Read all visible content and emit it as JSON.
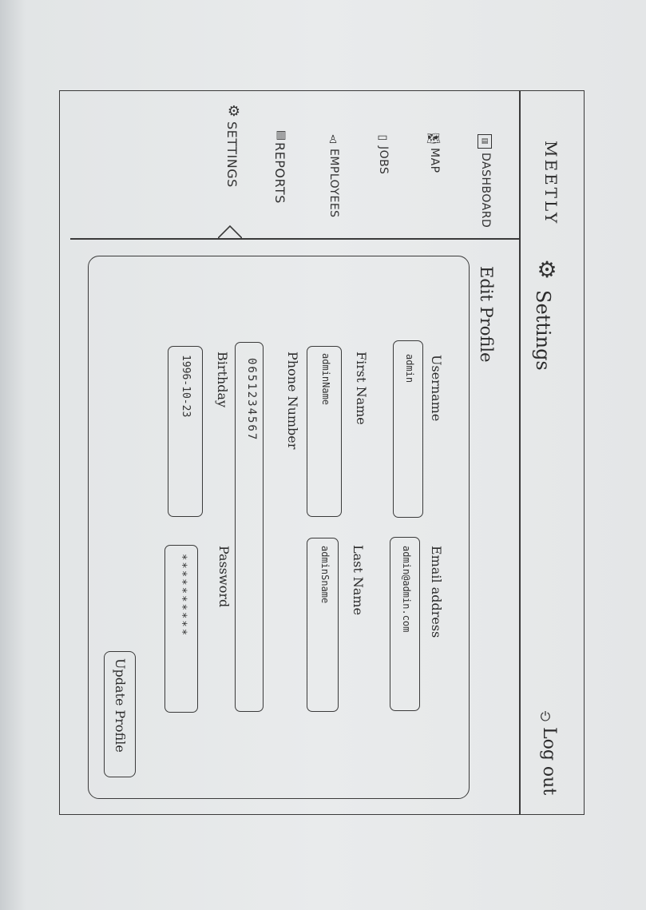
{
  "app": {
    "title": "MEETLY"
  },
  "sidebar": {
    "items": [
      {
        "label": "DASHBOARD",
        "icon": "dashboard-icon"
      },
      {
        "label": "MAP",
        "icon": "map-icon"
      },
      {
        "label": "JOBS",
        "icon": "jobs-icon"
      },
      {
        "label": "EMPLOYEES",
        "icon": "employees-icon"
      },
      {
        "label": "REPORTS",
        "icon": "reports-icon"
      },
      {
        "label": "SETTINGS",
        "icon": "gear-icon",
        "active": true
      }
    ]
  },
  "header": {
    "title": "Settings",
    "logout_label": "Log out"
  },
  "profile": {
    "section_title": "Edit Profile",
    "username_label": "Username",
    "username_value": "admin",
    "email_label": "Email address",
    "email_value": "admin@admin.com",
    "first_name_label": "First Name",
    "first_name_value": "adminName",
    "last_name_label": "Last Name",
    "last_name_value": "adminSname",
    "phone_label": "Phone Number",
    "phone_value": "0651234567",
    "birthday_label": "Birthday",
    "birthday_value": "1996-10-23",
    "password_label": "Password",
    "password_value": "**********",
    "update_button_label": "Update Profile"
  }
}
